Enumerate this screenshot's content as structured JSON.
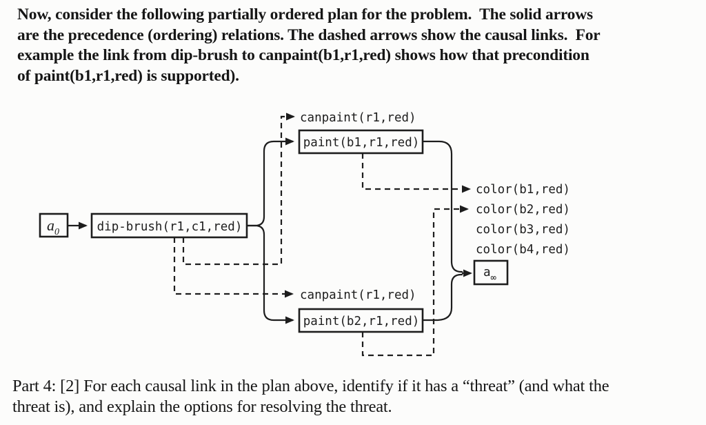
{
  "page": {
    "background": "#fcfcfb",
    "ink": "#1d1d1d"
  },
  "intro": {
    "lines": [
      "Now, consider the following partially ordered plan for the problem.  The solid arrows",
      "are the precedence (ordering) relations. The dashed arrows show the causal links.  For",
      "example the link from dip-brush to canpaint(b1,r1,red) shows how that precondition",
      "of paint(b1,r1,red) is supported)."
    ]
  },
  "diagram": {
    "nodes": {
      "a0": {
        "main": "a",
        "sub": "0"
      },
      "dip_brush": "dip-brush(r1,c1,red)",
      "paint_b1": "paint(b1,r1,red)",
      "paint_b2": "paint(b2,r1,red)",
      "a_inf": {
        "main": "a",
        "sub": "∞"
      }
    },
    "literals": {
      "canpaint_top": "canpaint(r1,red)",
      "canpaint_bottom": "canpaint(r1,red)",
      "color_b1": "color(b1,red)",
      "color_b2": "color(b2,red)",
      "color_b3": "color(b3,red)",
      "color_b4": "color(b4,red)"
    }
  },
  "footer": {
    "lines": [
      "Part 4: [2] For each causal link in the plan above, identify if it has a “threat” (and what the",
      "threat is), and explain the options for resolving the threat."
    ]
  }
}
